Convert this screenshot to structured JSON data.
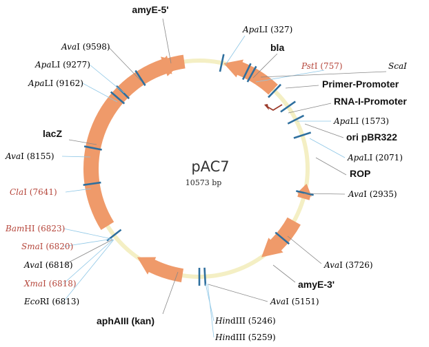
{
  "plasmid": {
    "name": "pAC7",
    "size_label": "10573 bp"
  },
  "features": [
    {
      "label": "amyE-5'"
    },
    {
      "label": "bla"
    },
    {
      "label": "Primer-Promoter"
    },
    {
      "label": "RNA-I-Promoter"
    },
    {
      "label": "ori pBR322"
    },
    {
      "label": "ROP"
    },
    {
      "label": "lacZ"
    },
    {
      "label": "aphAIII (kan)"
    },
    {
      "label": "amyE-3'"
    }
  ],
  "sites": [
    {
      "enzyme": "Apa",
      "suffix": "LI",
      "position": "(327)",
      "unique": false
    },
    {
      "enzyme": "Pst",
      "suffix": "I",
      "position": "(757)",
      "unique": true
    },
    {
      "enzyme": "ScaI",
      "suffix": "",
      "position": "",
      "unique": false
    },
    {
      "enzyme": "Apa",
      "suffix": "LI",
      "position": "(1573)",
      "unique": false
    },
    {
      "enzyme": "Apa",
      "suffix": "LI",
      "position": "(2071)",
      "unique": false
    },
    {
      "enzyme": "Ava",
      "suffix": "I",
      "position": "(2935)",
      "unique": false
    },
    {
      "enzyme": "Ava",
      "suffix": "I",
      "position": "(3726)",
      "unique": false
    },
    {
      "enzyme": "Ava",
      "suffix": "I",
      "position": "(5151)",
      "unique": false
    },
    {
      "enzyme": "Hin",
      "suffix": "dIII",
      "position": "(5246)",
      "unique": false
    },
    {
      "enzyme": "Hin",
      "suffix": "dIII",
      "position": "(5259)",
      "unique": false
    },
    {
      "enzyme": "Eco",
      "suffix": "RI",
      "position": "(6813)",
      "unique": false
    },
    {
      "enzyme": "Xma",
      "suffix": "I",
      "position": "(6818)",
      "unique": true
    },
    {
      "enzyme": "Ava",
      "suffix": "I",
      "position": "(6818)",
      "unique": false
    },
    {
      "enzyme": "Sma",
      "suffix": "I",
      "position": "(6820)",
      "unique": true
    },
    {
      "enzyme": "Bam",
      "suffix": "HI",
      "position": "(6823)",
      "unique": true
    },
    {
      "enzyme": "Cla",
      "suffix": "I",
      "position": "(7641)",
      "unique": true
    },
    {
      "enzyme": "Ava",
      "suffix": "I",
      "position": "(8155)",
      "unique": false
    },
    {
      "enzyme": "Apa",
      "suffix": "LI",
      "position": "(9162)",
      "unique": false
    },
    {
      "enzyme": "Apa",
      "suffix": "LI",
      "position": "(9277)",
      "unique": false
    },
    {
      "enzyme": "Ava",
      "suffix": "I",
      "position": "(9598)",
      "unique": false
    }
  ],
  "colors": {
    "backbone": "#f4efc4",
    "feature": "#ef9a6a",
    "cut_mark": "#2e6f9e",
    "leader": "#8cc6e6",
    "unique_site_text": "#b5453a",
    "normal_site_text": "#222222",
    "promoter_arrow": "#9b3a2a"
  }
}
